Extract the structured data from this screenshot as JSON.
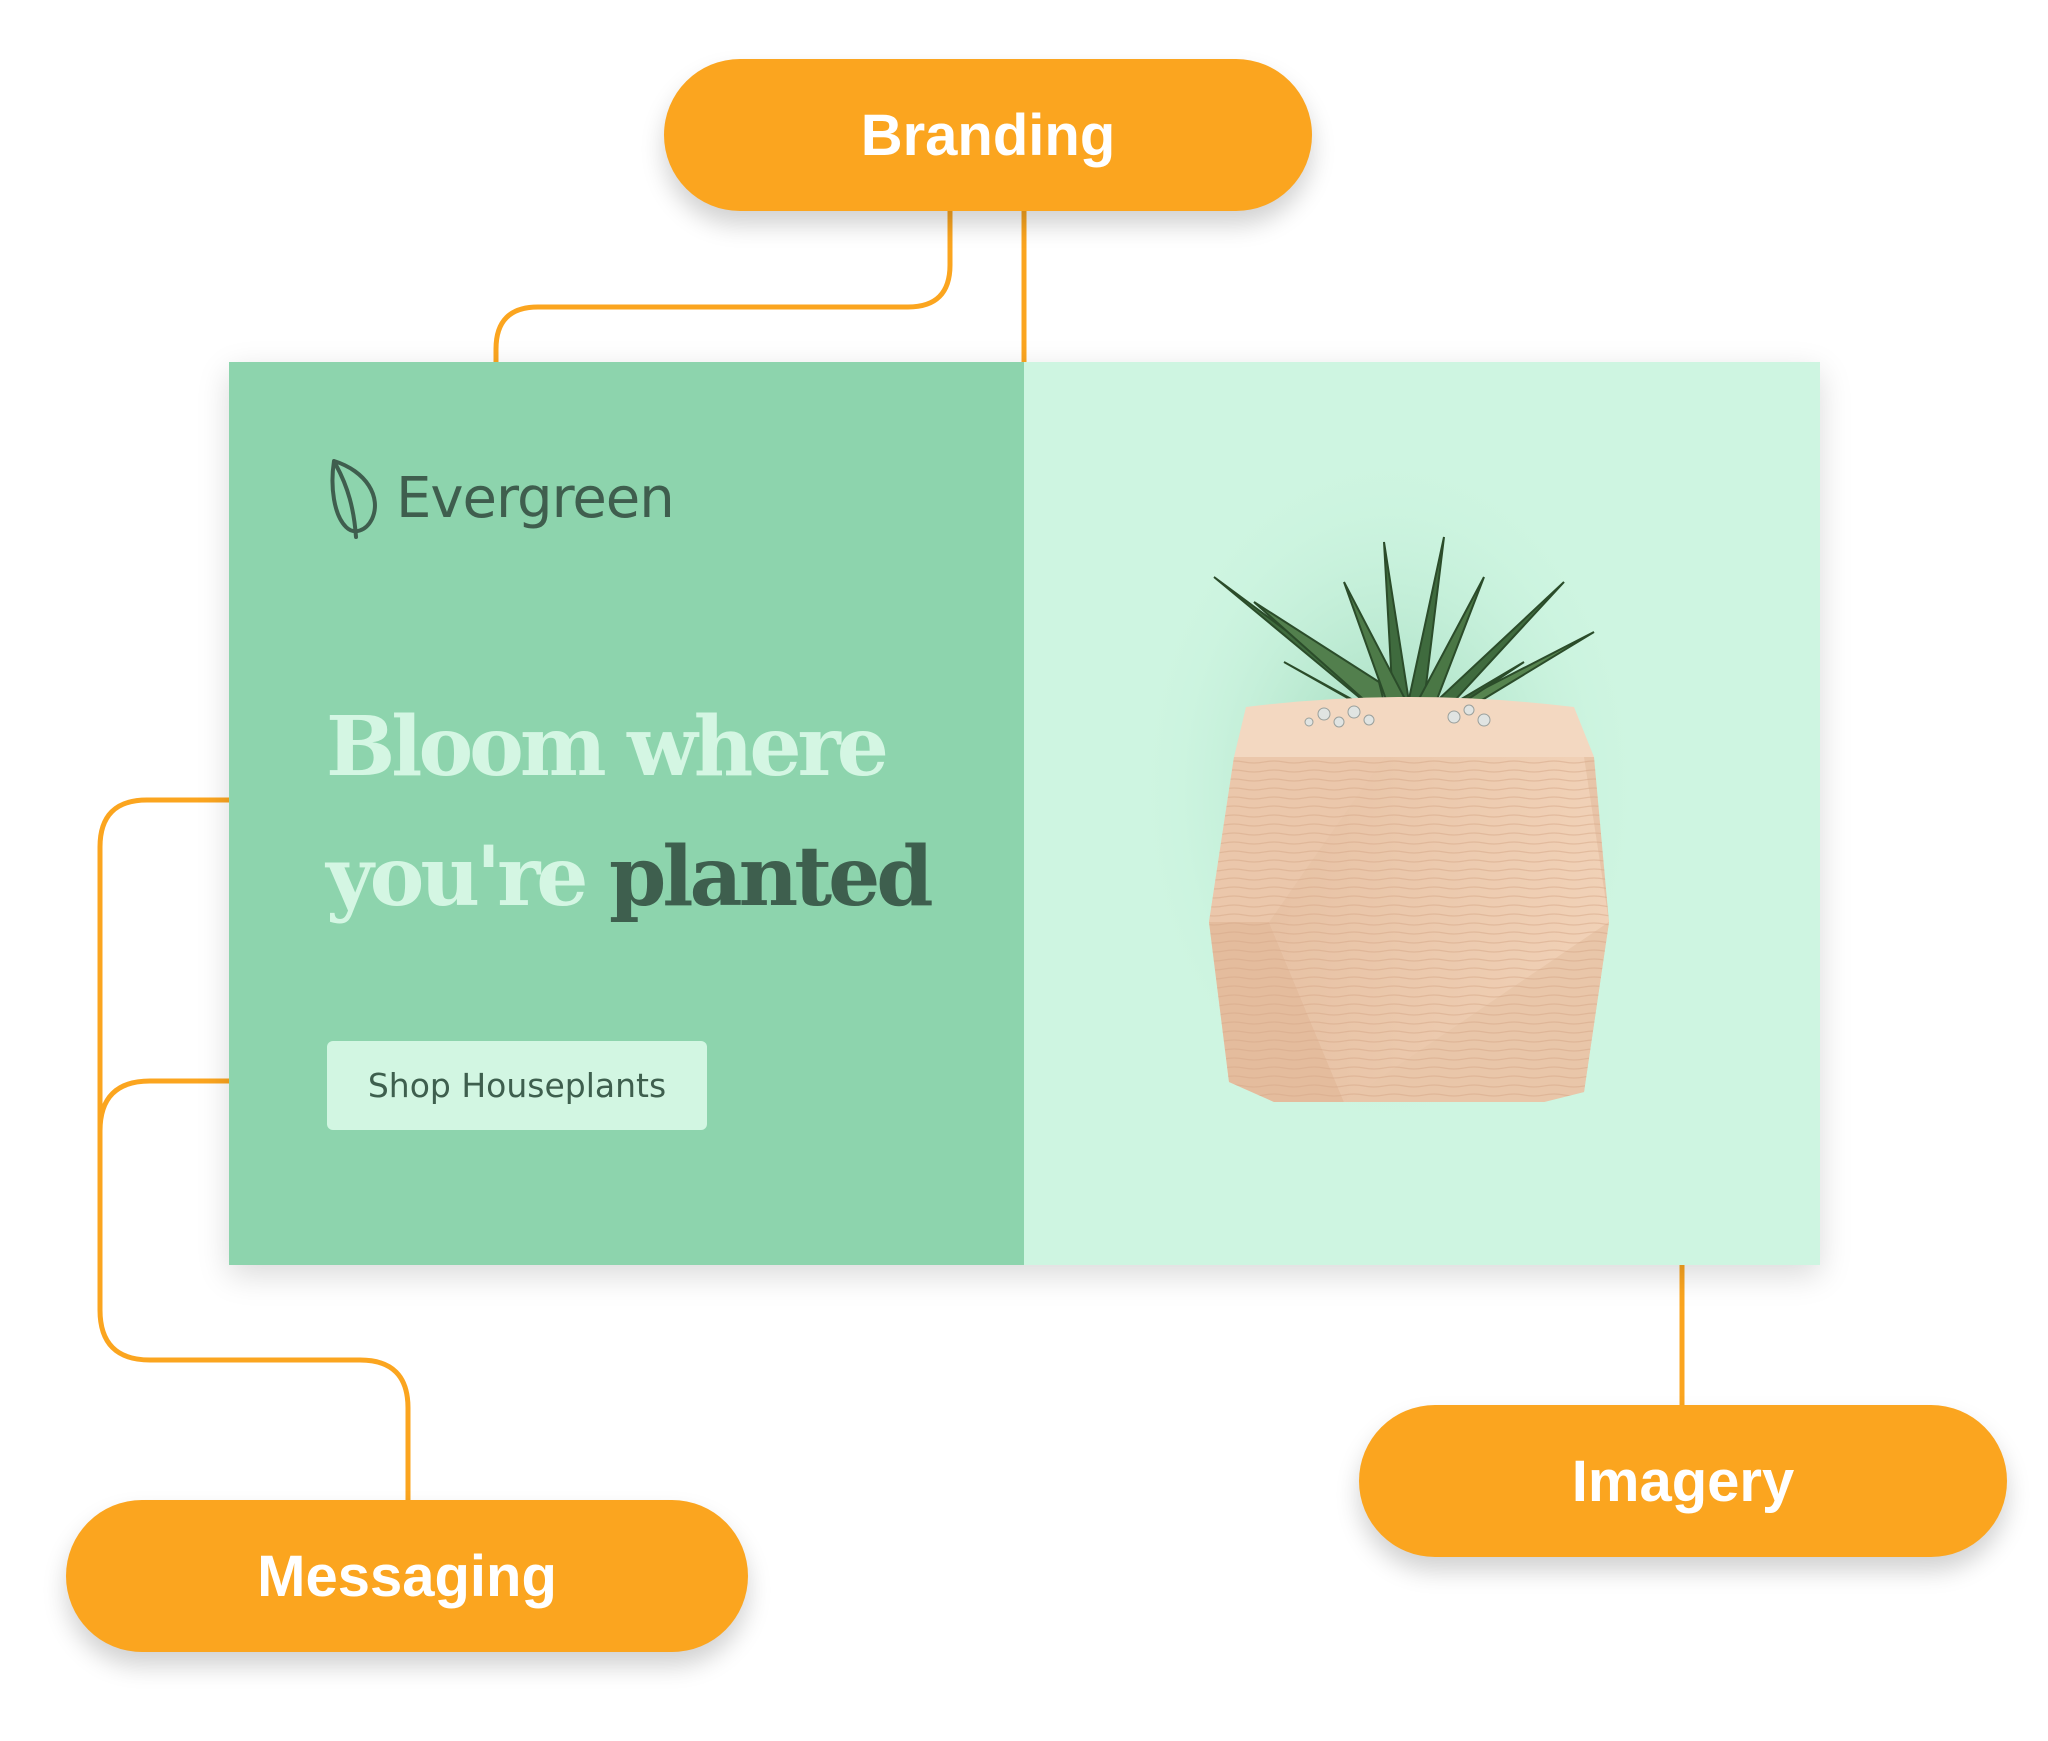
{
  "banner": {
    "brand_name": "Evergreen",
    "headline_part1": "Bloom where you're",
    "headline_part2": "planted",
    "cta_label": "Shop Houseplants",
    "image_icon": "potted-succulent-image",
    "logo_icon": "leaf-icon"
  },
  "callouts": {
    "branding": "Branding",
    "messaging": "Messaging",
    "imagery": "Imagery"
  },
  "colors": {
    "accent": "#fba51f",
    "banner_left": "#8dd4ad",
    "banner_right": "#cef5e1",
    "text_dark": "#3e5f4e",
    "text_light": "#d4f6e3"
  }
}
